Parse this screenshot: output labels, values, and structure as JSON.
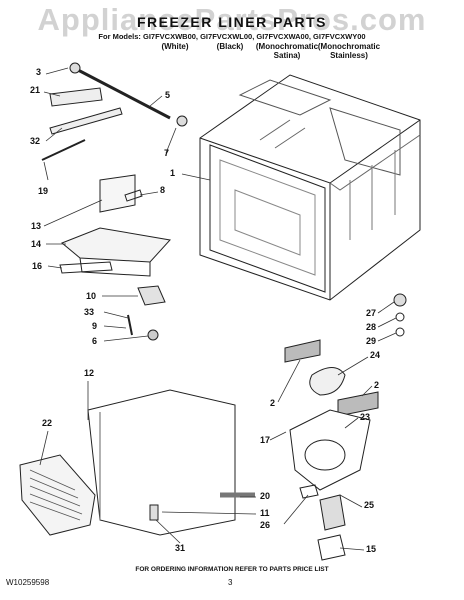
{
  "watermark": "AppliancePartsPros.com",
  "title": "FREEZER LINER PARTS",
  "models": "For Models: GI7FVCXWB00, GI7FVCXWL00, GI7FVCXWA00, GI7FVCXWY00",
  "variants": [
    {
      "line1": "(White)",
      "line2": ""
    },
    {
      "line1": "(Black)",
      "line2": ""
    },
    {
      "line1": "(Monochromatic",
      "line2": "Satina)"
    },
    {
      "line1": "(Monochromatic",
      "line2": "Stainless)"
    }
  ],
  "callouts": {
    "c3": "3",
    "c21": "21",
    "c5": "5",
    "c32": "32",
    "c7": "7",
    "c19": "19",
    "c1": "1",
    "c8": "8",
    "c13": "13",
    "c14": "14",
    "c16": "16",
    "c10": "10",
    "c33": "33",
    "c9": "9",
    "c6": "6",
    "c27": "27",
    "c28": "28",
    "c29": "29",
    "c24": "24",
    "c2a": "2",
    "c2b": "2",
    "c12": "12",
    "c22": "22",
    "c23": "23",
    "c17": "17",
    "c25": "25",
    "c20": "20",
    "c11": "11",
    "c26": "26",
    "c15": "15",
    "c31": "31"
  },
  "footer": "FOR ORDERING INFORMATION REFER TO PARTS PRICE LIST",
  "doc_id": "W10259598",
  "page_number": "3"
}
